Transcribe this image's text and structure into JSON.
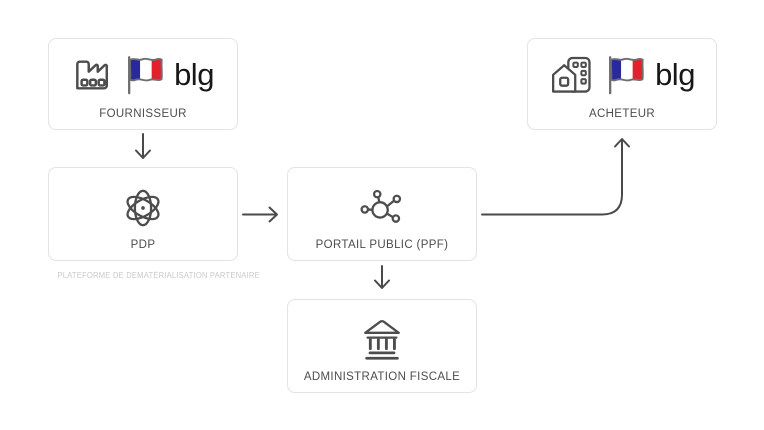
{
  "diagram": {
    "title": "",
    "background": "#ffffff",
    "node_border_color": "#e3e3e3",
    "arrow_color": "#4a4a4a",
    "icon_color": "#4d4d4d",
    "label_color": "#4d4d4d",
    "sublabel_color": "#c9c9c9",
    "logo_text": "blg",
    "flag_colors": {
      "blue": "#282a9c",
      "white": "#ffffff",
      "red": "#e3202e",
      "outline": "#6e6e6e",
      "pole": "#6e6e6e"
    },
    "nodes": [
      {
        "id": "fournisseur",
        "label": "FOURNISSEUR",
        "icons": [
          "factory-icon",
          "french-flag-icon",
          "blg-logo"
        ]
      },
      {
        "id": "acheteur",
        "label": "ACHETEUR",
        "icons": [
          "buildings-icon",
          "french-flag-icon",
          "blg-logo"
        ]
      },
      {
        "id": "pdp",
        "label": "PDP",
        "sublabel": "PLATEFORME DE DEMATÉRIALISATION PARTENAIRE",
        "icons": [
          "atom-icon"
        ]
      },
      {
        "id": "portail-public",
        "label": "PORTAIL PUBLIC (PPF)",
        "icons": [
          "network-icon"
        ]
      },
      {
        "id": "administration-fiscale",
        "label": "ADMINISTRATION FISCALE",
        "icons": [
          "bank-icon"
        ]
      }
    ],
    "edges": [
      {
        "from": "fournisseur",
        "to": "pdp",
        "shape": "straight-down"
      },
      {
        "from": "pdp",
        "to": "portail-public",
        "shape": "straight-right"
      },
      {
        "from": "portail-public",
        "to": "acheteur",
        "shape": "elbow-right-up"
      },
      {
        "from": "portail-public",
        "to": "administration-fiscale",
        "shape": "straight-down"
      }
    ]
  }
}
